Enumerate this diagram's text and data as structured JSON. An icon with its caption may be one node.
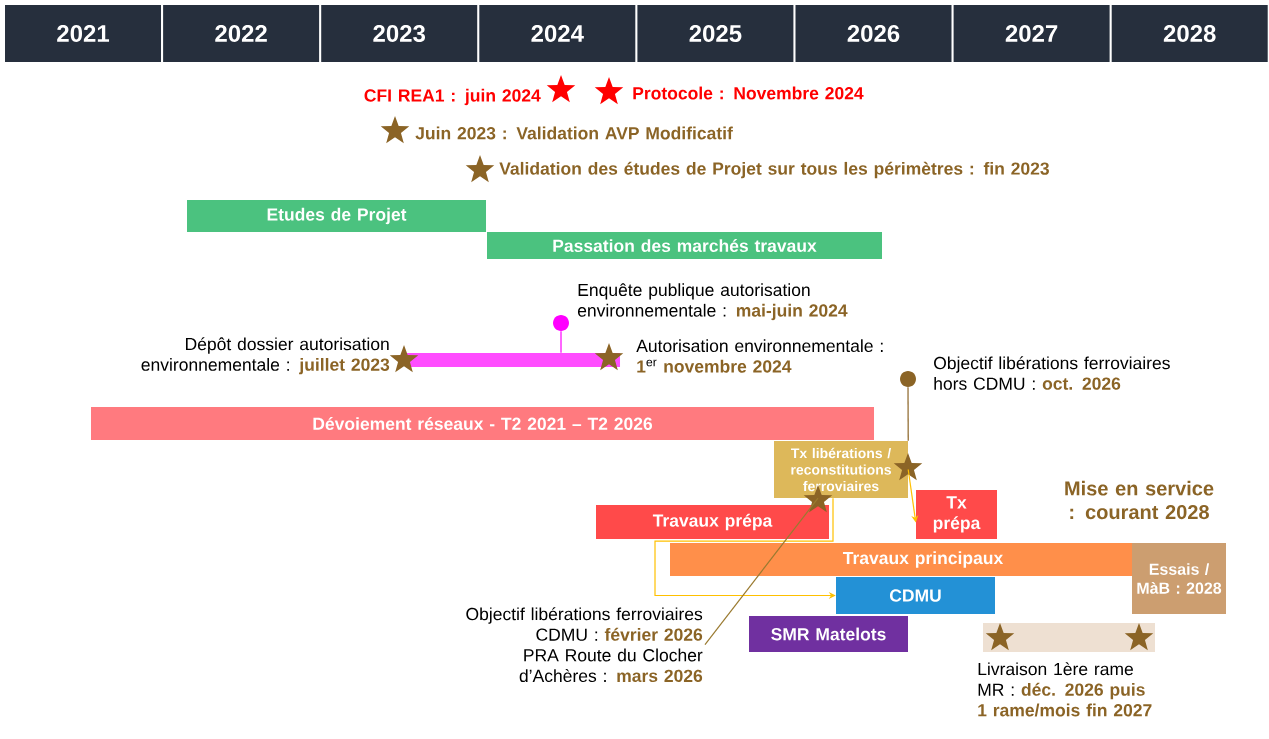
{
  "diagram": {
    "nodes": [
      {
        "text": [
          "2021"
        ]
      },
      {
        "text": [
          "2022"
        ]
      },
      {
        "text": [
          "2023"
        ]
      },
      {
        "text": [
          "2024"
        ]
      },
      {
        "text": [
          "2025"
        ]
      },
      {
        "text": [
          "2026"
        ]
      },
      {
        "text": [
          "2027"
        ]
      },
      {
        "text": [
          "2028"
        ]
      },
      {
        "text": [
          "Etudes de Projet"
        ]
      },
      {
        "text": [
          "Passation des marchés travaux"
        ]
      },
      {
        "text": [],
        "shape": "circle",
        "beside": [
          "Enquête publique autorisation environnementale : **mai-juin 2024**"
        ]
      },
      {
        "text": [],
        "shape": "bar"
      },
      {
        "text": [],
        "shape": "circle",
        "beside": [
          "Objectif libérations ferroviaires hors CDMU : **oct. 2026**"
        ]
      },
      {
        "text": [
          "Dévoiement réseaux -   T2 2021 – T2  2026"
        ]
      },
      {
        "text": [
          "Tx libérations / reconstitutions ferroviaires"
        ]
      },
      {
        "text": [
          "Tx prépa"
        ]
      },
      {
        "text": [
          "Travaux prépa"
        ]
      },
      {
        "text": [
          "Travaux principaux"
        ]
      },
      {
        "text": [
          "Essais / MàB : 2028"
        ]
      },
      {
        "text": [
          "CDMU"
        ]
      },
      {
        "text": [
          "Objectif libérations ferroviaires CDMU : **février 2026**",
          "PRA Route du Clocher d’Achères : **mars 2026**"
        ]
      },
      {
        "text": [
          "SMR Matelots"
        ]
      },
      {
        "text": [],
        "shape": "bar"
      }
    ],
    "edges": [
      {
        "from": 10,
        "to": 11,
        "arrow": "none",
        "color": "#ff00ff"
      },
      {
        "from": 12,
        "to": 14,
        "arrow": "none",
        "color": "#8b6426"
      },
      {
        "from": 14,
        "to": 15,
        "arrow": "to",
        "color": "#ffc000"
      },
      {
        "from": 14,
        "to": 19,
        "arrow": "to",
        "color": "#ffc000"
      },
      {
        "from": 20,
        "to": 14,
        "arrow": "none",
        "color": "#9a7a30"
      }
    ],
    "labels": [
      "CFI REA1 : juin 2024",
      "Protocole : Novembre 2024",
      "Juin 2023 : Validation AVP Modificatif",
      "Validation des études de Projet sur tous les périmètres : fin 2023",
      "Dépôt dossier autorisation environnementale : **juillet 2023**",
      "Autorisation environnementale : **1**$^{er}$ **novembre 2024**",
      "Mise en service : courant 2028",
      "Livraison 1ère rame MR : **déc. 2026 puis 1 rame/mois fin 2027**"
    ]
  }
}
